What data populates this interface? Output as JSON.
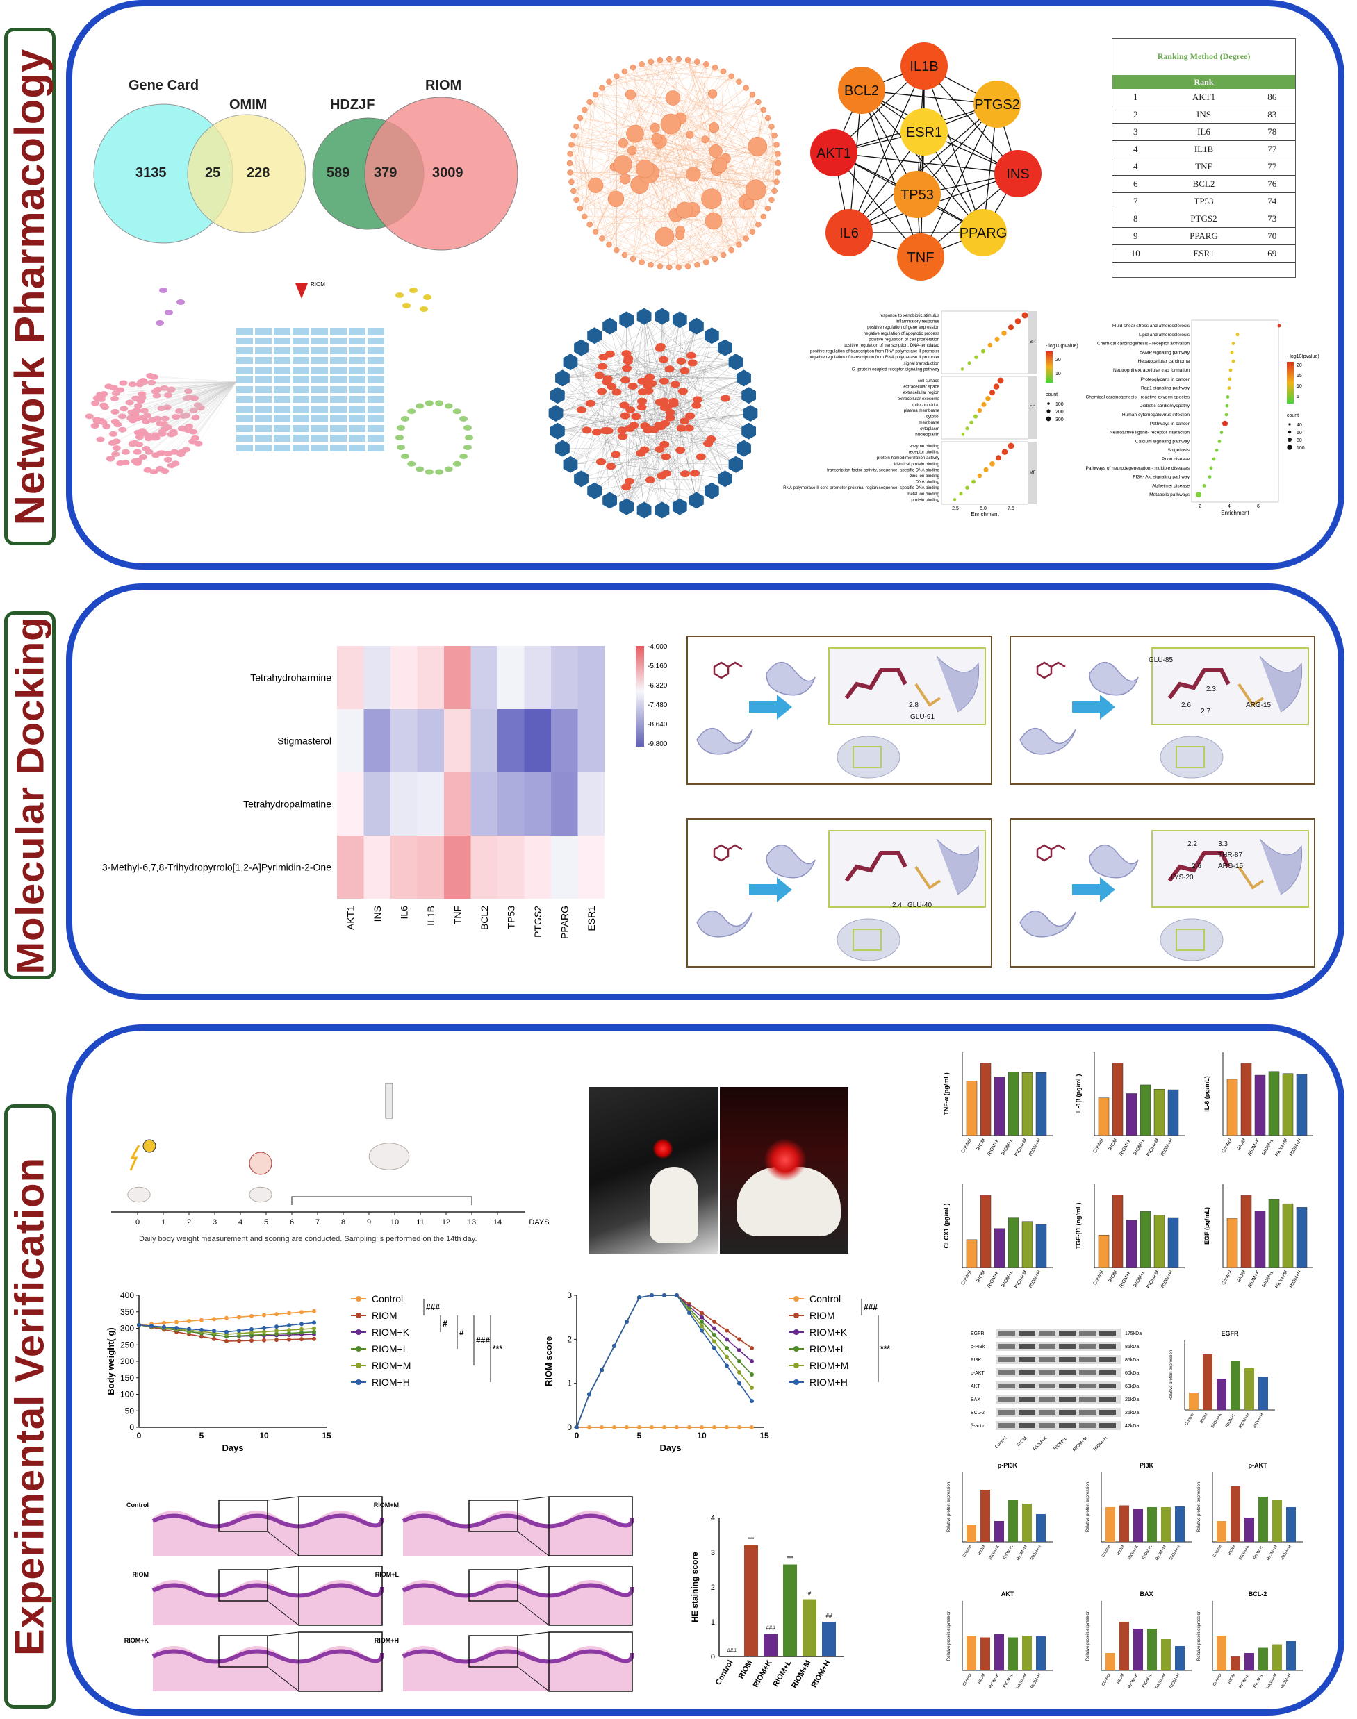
{
  "sections": {
    "network": "Network Pharmacology",
    "docking": "Molecular Docking",
    "experimental": "Experimental Verification"
  },
  "venn1": {
    "a": "Gene Card",
    "b": "OMIM",
    "a_only": "3135",
    "both": "25",
    "b_only": "228"
  },
  "venn2": {
    "a": "HDZJF",
    "b": "RIOM",
    "a_only": "589",
    "both": "379",
    "b_only": "3009"
  },
  "hub_network": {
    "nodes": [
      {
        "label": "IL1B",
        "color": "#f2511b"
      },
      {
        "label": "PTGS2",
        "color": "#f7b11e"
      },
      {
        "label": "INS",
        "color": "#ea2e22"
      },
      {
        "label": "PPARG",
        "color": "#f9c824"
      },
      {
        "label": "TNF",
        "color": "#f36a1c"
      },
      {
        "label": "IL6",
        "color": "#ef4420"
      },
      {
        "label": "AKT1",
        "color": "#e6201f"
      },
      {
        "label": "BCL2",
        "color": "#f47f1f"
      },
      {
        "label": "ESR1",
        "color": "#fbd02a"
      },
      {
        "label": "TP53",
        "color": "#f59322"
      }
    ]
  },
  "ranking": {
    "title": "Ranking Method (Degree)",
    "header": "Rank",
    "rows": [
      {
        "rank": "1",
        "gene": "AKT1",
        "score": "86"
      },
      {
        "rank": "2",
        "gene": "INS",
        "score": "83"
      },
      {
        "rank": "3",
        "gene": "IL6",
        "score": "78"
      },
      {
        "rank": "4",
        "gene": "IL1B",
        "score": "77"
      },
      {
        "rank": "4",
        "gene": "TNF",
        "score": "77"
      },
      {
        "rank": "6",
        "gene": "BCL2",
        "score": "76"
      },
      {
        "rank": "7",
        "gene": "TP53",
        "score": "74"
      },
      {
        "rank": "8",
        "gene": "PTGS2",
        "score": "73"
      },
      {
        "rank": "9",
        "gene": "PPARG",
        "score": "70"
      },
      {
        "rank": "10",
        "gene": "ESR1",
        "score": "69"
      }
    ]
  },
  "go": {
    "bp_terms": [
      "response to xenobiotic stimulus",
      "inflammatory response",
      "positive regulation of gene expression",
      "negative regulation of apoptotic process",
      "positive regulation of cell proliferation",
      "positive regulation of transcription, DNA-templated",
      "positive regulation of transcription from RNA polymerase II promoter",
      "negative regulation of transcription from RNA polymerase II promoter",
      "signal transduction",
      "G- protein coupled receptor signaling pathway"
    ],
    "cc_terms": [
      "cell surface",
      "extracellular space",
      "extracellular region",
      "extracellular exosome",
      "mitochondrion",
      "plasma membrane",
      "cytosol",
      "membrane",
      "cytoplasm",
      "nucleoplasm"
    ],
    "mf_terms": [
      "enzyme binding",
      "receptor binding",
      "protein homodimerization activity",
      "identical protein binding",
      "transcription factor activity, sequence- specific DNA binding",
      "zinc ion binding",
      "DNA binding",
      "RNA polymerase II core promoter proximal region sequence- specific DNA binding",
      "metal ion binding",
      "protein binding"
    ],
    "tags": [
      "BP",
      "CC",
      "MF"
    ],
    "xlabel": "Enrichment",
    "xticks": [
      "2.5",
      "5.0",
      "7.5"
    ],
    "legend_title": "- log10(pvalue)",
    "legend_vals": [
      "20",
      "10"
    ],
    "count_title": "count",
    "count_vals": [
      "100",
      "200",
      "300"
    ]
  },
  "kegg": {
    "terms": [
      "Fluid shear stress and atherosclerosis",
      "Lipid and atherosclerosis",
      "Chemical carcinogenesis - receptor activation",
      "cAMP signaling pathway",
      "Hepatocellular carcinoma",
      "Neutrophil extracellular trap formation",
      "Proteoglycans in cancer",
      "Rap1 signaling pathway",
      "Chemical carcinogenesis - reactive oxygen species",
      "Diabetic cardiomyopathy",
      "Human cytomegalovirus infection",
      "Pathways in cancer",
      "Neuroactive ligand- receptor interaction",
      "Calcium signaling pathway",
      "Shigellosis",
      "Prion disease",
      "Pathways of neurodegeneration - multiple diseases",
      "PI3K- Akt signaling pathway",
      "Alzheimer disease",
      "Metabolic pathways"
    ],
    "xlabel": "Enrichment",
    "xticks": [
      "2",
      "4",
      "6"
    ],
    "legend_title": "- log10(pvalue)",
    "legend_vals": [
      "20",
      "15",
      "10",
      "5"
    ],
    "count_title": "count",
    "count_vals": [
      "40",
      "60",
      "80",
      "100"
    ]
  },
  "compound_network": {
    "top_label": "RIOM"
  },
  "heatmap": {
    "rows": [
      "Tetrahydroharmine",
      "Stigmasterol",
      "Tetrahydropalmatine",
      "3-Methyl-6,7,8-Trihydropyrrolo[1,2-A]Pyrimidin-2-One"
    ],
    "cols": [
      "AKT1",
      "INS",
      "IL6",
      "IL1B",
      "TNF",
      "BCL2",
      "TP53",
      "PTGS2",
      "PPARG",
      "ESR1"
    ],
    "values": [
      [
        -6.0,
        -6.7,
        -6.2,
        -6.0,
        -5.0,
        -7.2,
        -6.4,
        -6.8,
        -7.3,
        -7.5
      ],
      [
        -6.4,
        -8.3,
        -7.2,
        -7.5,
        -6.0,
        -7.4,
        -9.3,
        -9.8,
        -8.6,
        -7.5
      ],
      [
        -6.3,
        -7.4,
        -6.6,
        -6.5,
        -5.4,
        -7.6,
        -8.0,
        -8.2,
        -8.7,
        -6.7
      ],
      [
        -5.5,
        -6.2,
        -5.7,
        -5.6,
        -4.8,
        -5.9,
        -6.0,
        -6.2,
        -6.4,
        -6.3
      ]
    ],
    "scale_labels": [
      "-4.000",
      "-5.160",
      "-6.320",
      "-7.480",
      "-8.640",
      "-9.800"
    ]
  },
  "docking_panels": [
    {
      "labels": [
        "2.8",
        "GLU-91"
      ]
    },
    {
      "labels": [
        "GLU-85",
        "2.3",
        "2.6",
        "2.7",
        "ARG-15"
      ]
    },
    {
      "labels": [
        "2.4",
        "GLU-40"
      ]
    },
    {
      "labels": [
        "2.2",
        "3.3",
        "THR-87",
        "2.6",
        "ARG-15",
        "LYS-20"
      ]
    }
  ],
  "timeline": {
    "ticks": [
      "0",
      "1",
      "2",
      "3",
      "4",
      "5",
      "6",
      "7",
      "8",
      "9",
      "10",
      "11",
      "12",
      "13",
      "14"
    ],
    "unit": "DAYS",
    "caption": "Daily body weight measurement and scoring are conducted. Sampling is performed on the 14th day."
  },
  "weight_chart": {
    "ylabel": "Body weight( g)",
    "xlabel": "Days",
    "yticks": [
      "400",
      "350",
      "300",
      "250",
      "200",
      "150",
      "100",
      "50",
      "0"
    ],
    "xticks": [
      "0",
      "5",
      "10",
      "15"
    ],
    "legend": [
      "Control",
      "RIOM",
      "RIOM+K",
      "RIOM+L",
      "RIOM+M",
      "RIOM+H"
    ],
    "sig": [
      "###",
      "#",
      "#",
      "###",
      "***"
    ]
  },
  "score_chart": {
    "ylabel": "RIOM score",
    "xlabel": "Days",
    "yticks": [
      "3",
      "2",
      "1",
      "0"
    ],
    "xticks": [
      "0",
      "5",
      "10",
      "15"
    ],
    "legend": [
      "Control",
      "RIOM",
      "RIOM+K",
      "RIOM+L",
      "RIOM+M",
      "RIOM+H"
    ],
    "sig": [
      "###",
      "***"
    ]
  },
  "series_colors": [
    "#f39a3b",
    "#b0452a",
    "#6a2a8c",
    "#4f8a2a",
    "#8aa12a",
    "#2b5fa6"
  ],
  "cytokines": [
    {
      "ylabel": "TNF-α (pg/mL)",
      "values": [
        195,
        260,
        210,
        228,
        226,
        226
      ]
    },
    {
      "ylabel": "IL-1β (pg/mL)",
      "values": [
        130,
        250,
        145,
        175,
        160,
        158
      ]
    },
    {
      "ylabel": "IL-6 (pg/mL)",
      "values": [
        280,
        360,
        300,
        318,
        308,
        305
      ]
    },
    {
      "ylabel": "CLCX1 (pg/mL)",
      "values": [
        20,
        52,
        28,
        36,
        33,
        31
      ]
    },
    {
      "ylabel": "TGF-β1 (ng/mL)",
      "values": [
        65,
        145,
        95,
        112,
        105,
        100
      ]
    },
    {
      "ylabel": "EGF (pg/mL)",
      "values": [
        680,
        1000,
        780,
        940,
        880,
        830
      ]
    }
  ],
  "group_labels": [
    "Control",
    "RIOM",
    "RIOM+K",
    "RIOM+L",
    "RIOM+M",
    "RIOM+H"
  ],
  "western": {
    "bands": [
      "EGFR",
      "p-PI3k",
      "PI3K",
      "p-AKT",
      "AKT",
      "BAX",
      "BCL-2",
      "β-actin"
    ],
    "sizes": [
      "175kDa",
      "85kDa",
      "85kDa",
      "60kDa",
      "60kDa",
      "21kDa",
      "26kDa",
      "42kDa"
    ],
    "lanes": [
      "Control",
      "RIOM",
      "RIOM+K",
      "RIOM+L",
      "RIOM+M",
      "RIOM+H"
    ]
  },
  "protein_charts": [
    {
      "title": "EGFR",
      "values": [
        0.5,
        1.6,
        0.9,
        1.4,
        1.2,
        0.95
      ]
    },
    {
      "title": "p-PI3K",
      "values": [
        0.5,
        1.5,
        0.6,
        1.2,
        1.1,
        0.8
      ]
    },
    {
      "title": "PI3K",
      "values": [
        1.0,
        1.05,
        0.95,
        1.0,
        1.0,
        1.02
      ]
    },
    {
      "title": "p-AKT",
      "values": [
        0.6,
        1.6,
        0.7,
        1.3,
        1.2,
        1.0
      ]
    },
    {
      "title": "AKT",
      "values": [
        1.0,
        0.95,
        1.05,
        0.95,
        1.0,
        0.98
      ]
    },
    {
      "title": "BAX",
      "values": [
        0.5,
        1.4,
        1.2,
        1.2,
        0.9,
        0.7
      ]
    },
    {
      "title": "BCL-2",
      "values": [
        1.0,
        0.4,
        0.5,
        0.65,
        0.75,
        0.85
      ]
    }
  ],
  "protein_ylabel": "Relative protein expression",
  "he": {
    "labels": [
      "Control",
      "RIOM",
      "RIOM+K",
      "RIOM+M",
      "RIOM+L",
      "RIOM+H"
    ]
  },
  "he_score": {
    "ylabel": "HE staining score",
    "yticks": [
      "4",
      "3",
      "2",
      "1",
      "0"
    ],
    "values": [
      0.0,
      3.2,
      0.65,
      2.65,
      1.65,
      1.0
    ],
    "sig": [
      "###",
      "***",
      "###",
      "***",
      "#",
      "##"
    ]
  }
}
